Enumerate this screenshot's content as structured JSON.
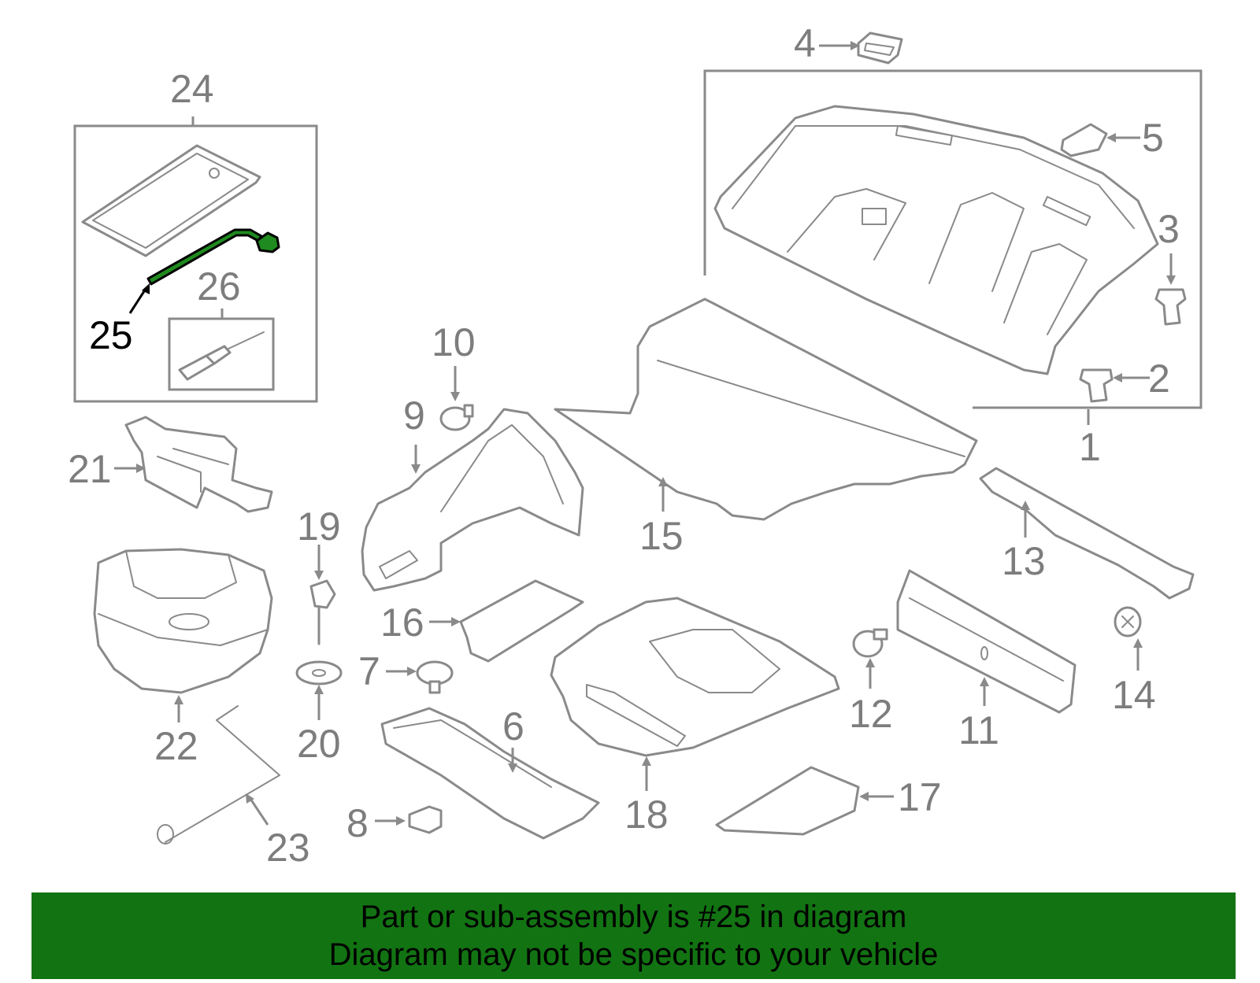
{
  "diagram": {
    "labels": [
      "1",
      "2",
      "3",
      "4",
      "5",
      "6",
      "7",
      "8",
      "9",
      "10",
      "11",
      "12",
      "13",
      "14",
      "15",
      "16",
      "17",
      "18",
      "19",
      "20",
      "21",
      "22",
      "23",
      "24",
      "25",
      "26"
    ],
    "highlighted_part": "25"
  },
  "banner": {
    "line1": "Part or sub-assembly is #25 in diagram",
    "line2": "Diagram may not be specific to your vehicle",
    "color": "#127312"
  },
  "colors": {
    "part_stroke": "#8a8a8a",
    "highlight": "#1f8a1f"
  }
}
